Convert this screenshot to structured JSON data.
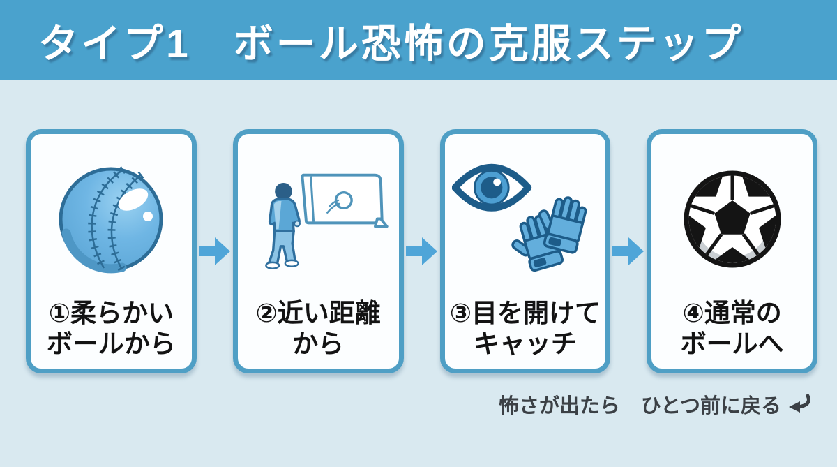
{
  "header": {
    "title": "タイプ1　ボール恐怖の克服ステップ"
  },
  "steps": [
    {
      "label_line1": "①柔らかい",
      "label_line2": "ボールから",
      "icon": "soft-ball-icon"
    },
    {
      "label_line1": "②近い距離",
      "label_line2": "から",
      "icon": "goal-close-distance-icon"
    },
    {
      "label_line1": "③目を開けて",
      "label_line2": "キャッチ",
      "icon": "eye-open-gloves-icon"
    },
    {
      "label_line1": "④通常の",
      "label_line2": "ボールへ",
      "icon": "soccer-ball-icon"
    }
  ],
  "flow": {
    "forward_arrow_icon": "right-arrow-icon"
  },
  "footer": {
    "note_condition": "怖さが出たら",
    "note_action": "ひとつ前に戻る",
    "return_icon": "return-back-arrow-icon"
  },
  "colors": {
    "header_bg": "#4aa2cd",
    "page_bg": "#d9e9f0",
    "card_border": "#4f9fc5",
    "card_bg": "#fcfeff",
    "flow_arrow": "#4fa5d8",
    "step_text": "#131313",
    "footer_text": "#3b4045",
    "illustration_blue": "#5ba7d6",
    "illustration_dark_blue": "#1d5c89"
  }
}
